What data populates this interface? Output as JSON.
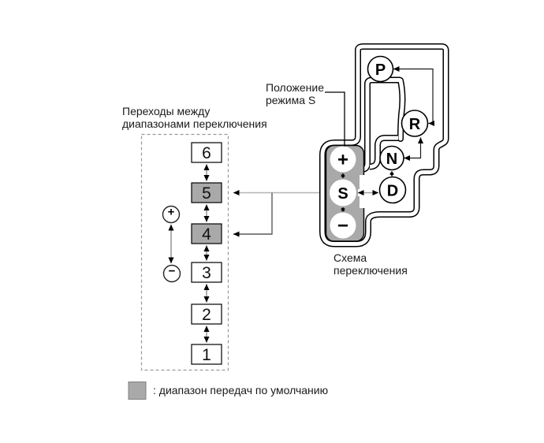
{
  "figure": {
    "background": "#ffffff"
  },
  "left_diagram": {
    "title": "Переходы между\nдиапазонами переключения",
    "gears": [
      {
        "label": "6",
        "default": false
      },
      {
        "label": "5",
        "default": true
      },
      {
        "label": "4",
        "default": true
      },
      {
        "label": "3",
        "default": false
      },
      {
        "label": "2",
        "default": false
      },
      {
        "label": "1",
        "default": false
      }
    ],
    "plus": "+",
    "minus": "−"
  },
  "schematic": {
    "pointer_label": "Положение\nрежима S",
    "caption": "Схема\nпереключения",
    "positions": {
      "park": "P",
      "reverse": "R",
      "neutral": "N",
      "drive": "D",
      "sport": "S",
      "plus": "+",
      "minus": "−"
    }
  },
  "legend": {
    "text": ": диапазон передач по умолчанию"
  },
  "colors": {
    "highlight_gray": "#a9a9a9",
    "line_gray": "#9b9b9b",
    "black": "#000000"
  }
}
